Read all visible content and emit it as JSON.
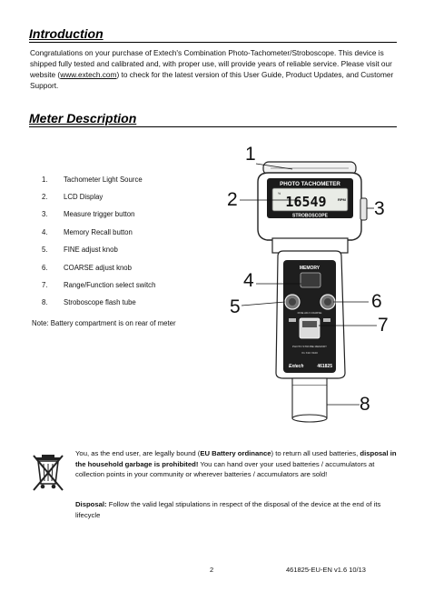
{
  "intro": {
    "heading": "Introduction",
    "text_before_link": "Congratulations on your purchase of Extech's Combination Photo-Tachometer/Stroboscope. This device is shipped fully tested and calibrated and, with proper use, will provide years of reliable service. Please visit our website (",
    "link": "www.extech.com",
    "text_after_link": ") to check for the latest version of this User Guide, Product Updates, and Customer Support."
  },
  "meter": {
    "heading": "Meter Description",
    "items": [
      {
        "num": "1.",
        "label": "Tachometer Light Source"
      },
      {
        "num": "2.",
        "label": "LCD Display"
      },
      {
        "num": "3.",
        "label": "Measure trigger button"
      },
      {
        "num": "4.",
        "label": "Memory Recall button"
      },
      {
        "num": "5.",
        "label": "FINE adjust knob"
      },
      {
        "num": "6.",
        "label": "COARSE adjust knob"
      },
      {
        "num": "7.",
        "label": "Range/Function select switch"
      },
      {
        "num": "8.",
        "label": "Stroboscope flash tube"
      }
    ],
    "note": "Note: Battery compartment is on rear of meter"
  },
  "device": {
    "title": "PHOTO TACHOMETER",
    "reading": "16549",
    "unit": "RPM",
    "brand_strip": "STROBOSCOPE",
    "memory_label": "MEMORY",
    "model": "461825",
    "brand": "Extech"
  },
  "callouts": [
    "1",
    "2",
    "3",
    "4",
    "5",
    "6",
    "7",
    "8"
  ],
  "weee": {
    "p1_a": "You, as the end user, are legally bound (",
    "p1_b": "EU Battery ordinance",
    "p1_c": ") to return all used batteries, ",
    "p1_d": "disposal in the household garbage is prohibited!",
    "p1_e": " You can hand over your used batteries / accumulators at collection points in your community or wherever batteries / accumulators are sold!",
    "p2_label": "Disposal:",
    "p2_text": " Follow the valid legal stipulations in respect of the disposal of the device at the end of its lifecycle"
  },
  "footer": {
    "page": "2",
    "doc_id": "461825-EU-EN v1.6   10/13"
  }
}
